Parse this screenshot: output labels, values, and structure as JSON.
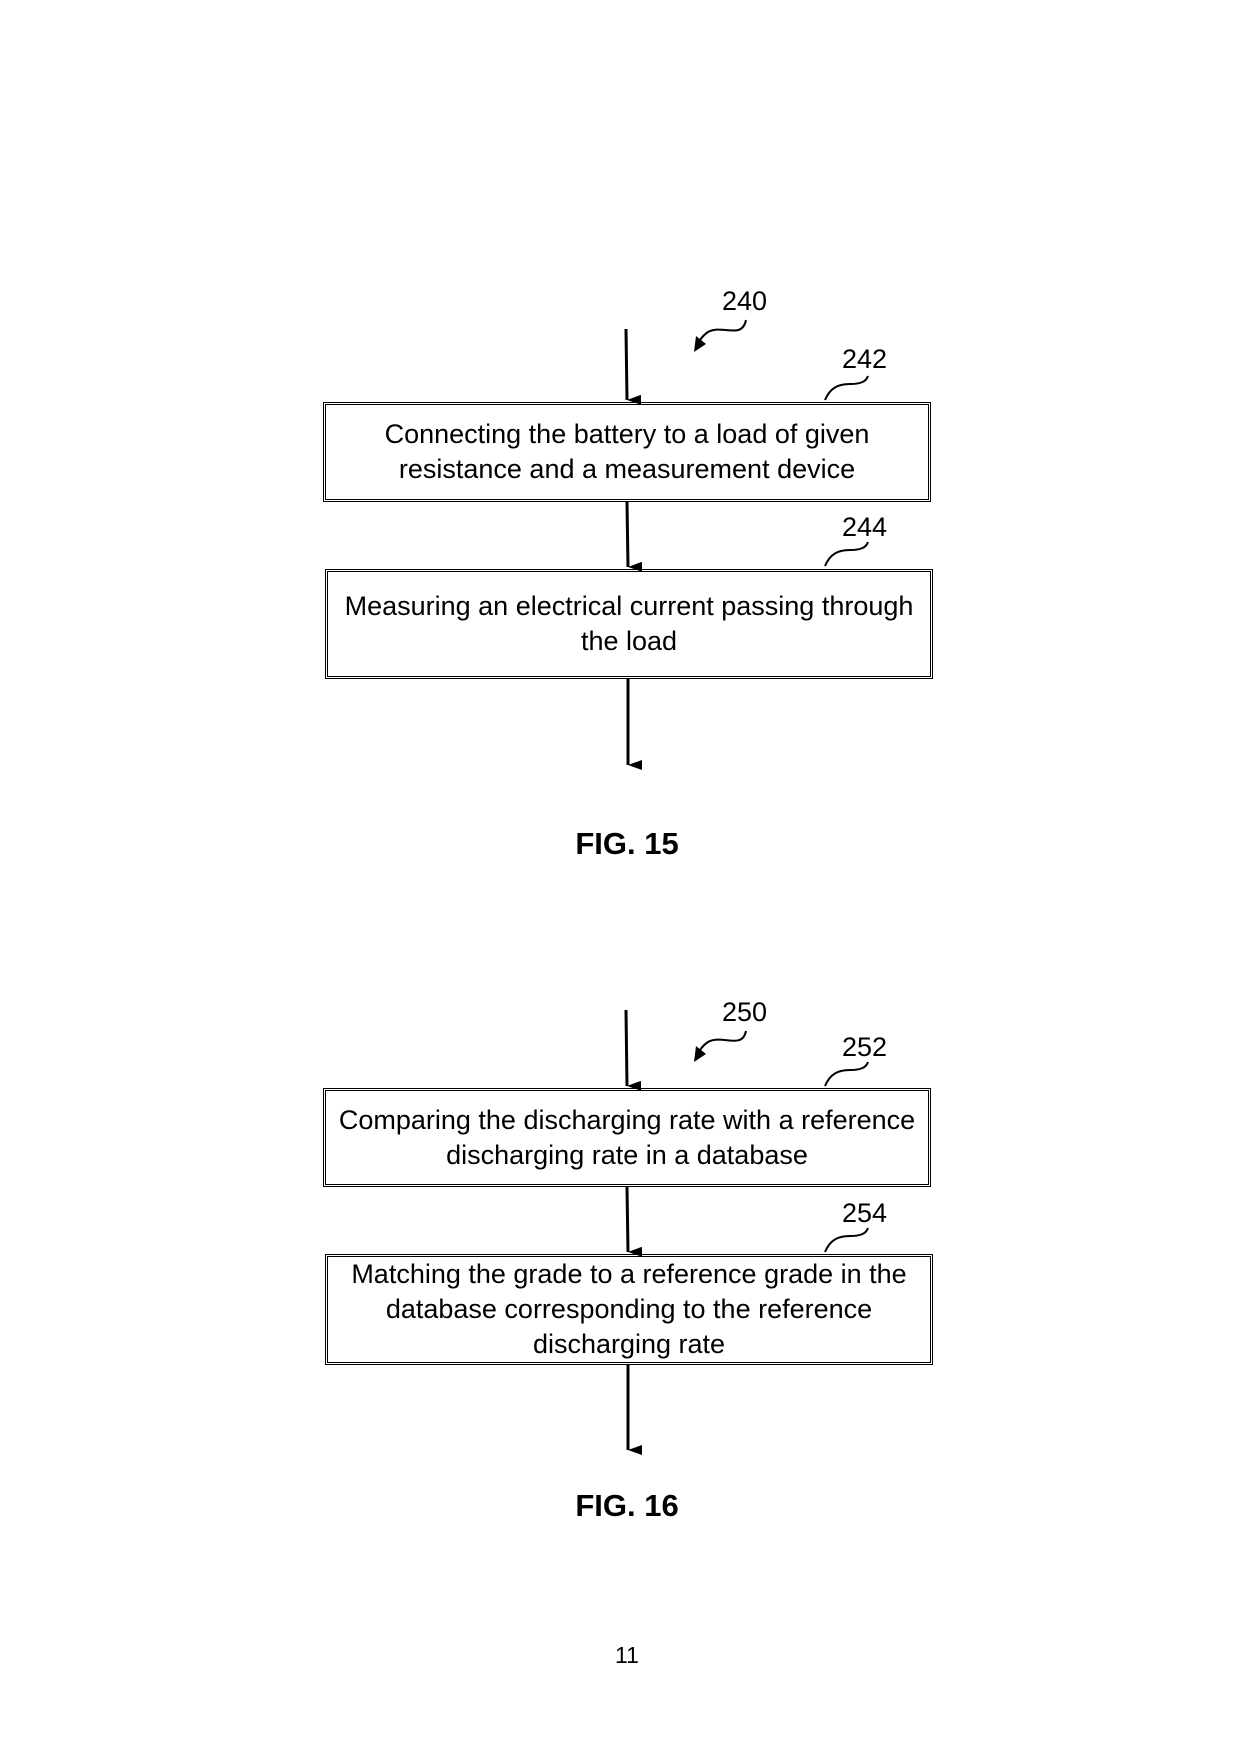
{
  "figures": [
    {
      "label": "FIG. 15",
      "process_ref": "240",
      "steps": [
        {
          "ref": "242",
          "text": "Connecting the battery to a load of given resistance and a measurement device"
        },
        {
          "ref": "244",
          "text": "Measuring an electrical current passing through the load"
        }
      ]
    },
    {
      "label": "FIG. 16",
      "process_ref": "250",
      "steps": [
        {
          "ref": "252",
          "text": "Comparing the discharging rate with a reference discharging rate in a database"
        },
        {
          "ref": "254",
          "text": "Matching the grade to a reference grade in the database corresponding to the reference discharging rate"
        }
      ]
    }
  ],
  "page_number": "11"
}
